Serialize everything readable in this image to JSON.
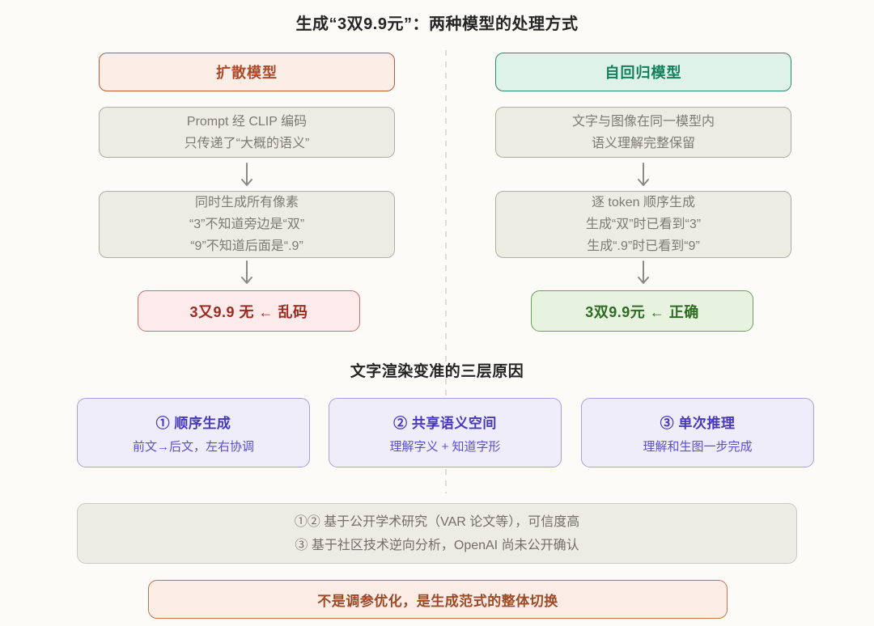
{
  "page": {
    "title": "生成“3双9.9元”：两种模型的处理方式",
    "background_color": "#FCFBF8"
  },
  "columns": {
    "diffusion": {
      "header": "扩散模型",
      "box1": {
        "lines": [
          "Prompt 经 CLIP 编码",
          "只传递了“大概的语义”"
        ]
      },
      "box2": {
        "lines": [
          "同时生成所有像素",
          "“3”不知道旁边是“双”",
          "“9”不知道后面是“.9”"
        ]
      },
      "result": "3又9.9 无 ← 乱码"
    },
    "autoregressive": {
      "header": "自回归模型",
      "box1": {
        "lines": [
          "文字与图像在同一模型内",
          "语义理解完整保留"
        ]
      },
      "box2": {
        "lines": [
          "逐 token 顺序生成",
          "生成“双”时已看到“3”",
          "生成“.9”时已看到“9”"
        ]
      },
      "result": "3双9.9元 ← 正确"
    }
  },
  "reasons": {
    "title": "文字渲染变准的三层原因",
    "items": [
      {
        "title": "① 顺序生成",
        "subtitle": "前文→后文，左右协调"
      },
      {
        "title": "② 共享语义空间",
        "subtitle": "理解字义 + 知道字形"
      },
      {
        "title": "③ 单次推理",
        "subtitle": "理解和生图一步完成"
      }
    ]
  },
  "credibility": {
    "lines": [
      "①② 基于公开学术研究（VAR 论文等），可信度高",
      "③ 基于社区技术逆向分析，OpenAI 尚未公开确认"
    ]
  },
  "conclusion": {
    "text": "不是调参优化，是生成范式的整体切换"
  },
  "icons": {
    "down_arrow": "↓"
  },
  "colors": {
    "diffusion_accent": "#AC4A2A",
    "diffusion_bg": "#FBEEE7",
    "autoregressive_accent": "#12805C",
    "autoregressive_bg": "#DFF2EA",
    "process_box_bg": "#ECEBE4",
    "process_box_text": "#7C7B72",
    "error_text": "#9C2B21",
    "error_bg": "#FCEBEA",
    "correct_text": "#2F6B24",
    "correct_bg": "#E7F3DE",
    "reason_accent": "#4639BA",
    "reason_bg": "#EFEDFA",
    "conclusion_text": "#9C4A28",
    "conclusion_bg": "#FBECE5",
    "arrow": "#8B8A83",
    "divider": "#DCDCD8"
  }
}
